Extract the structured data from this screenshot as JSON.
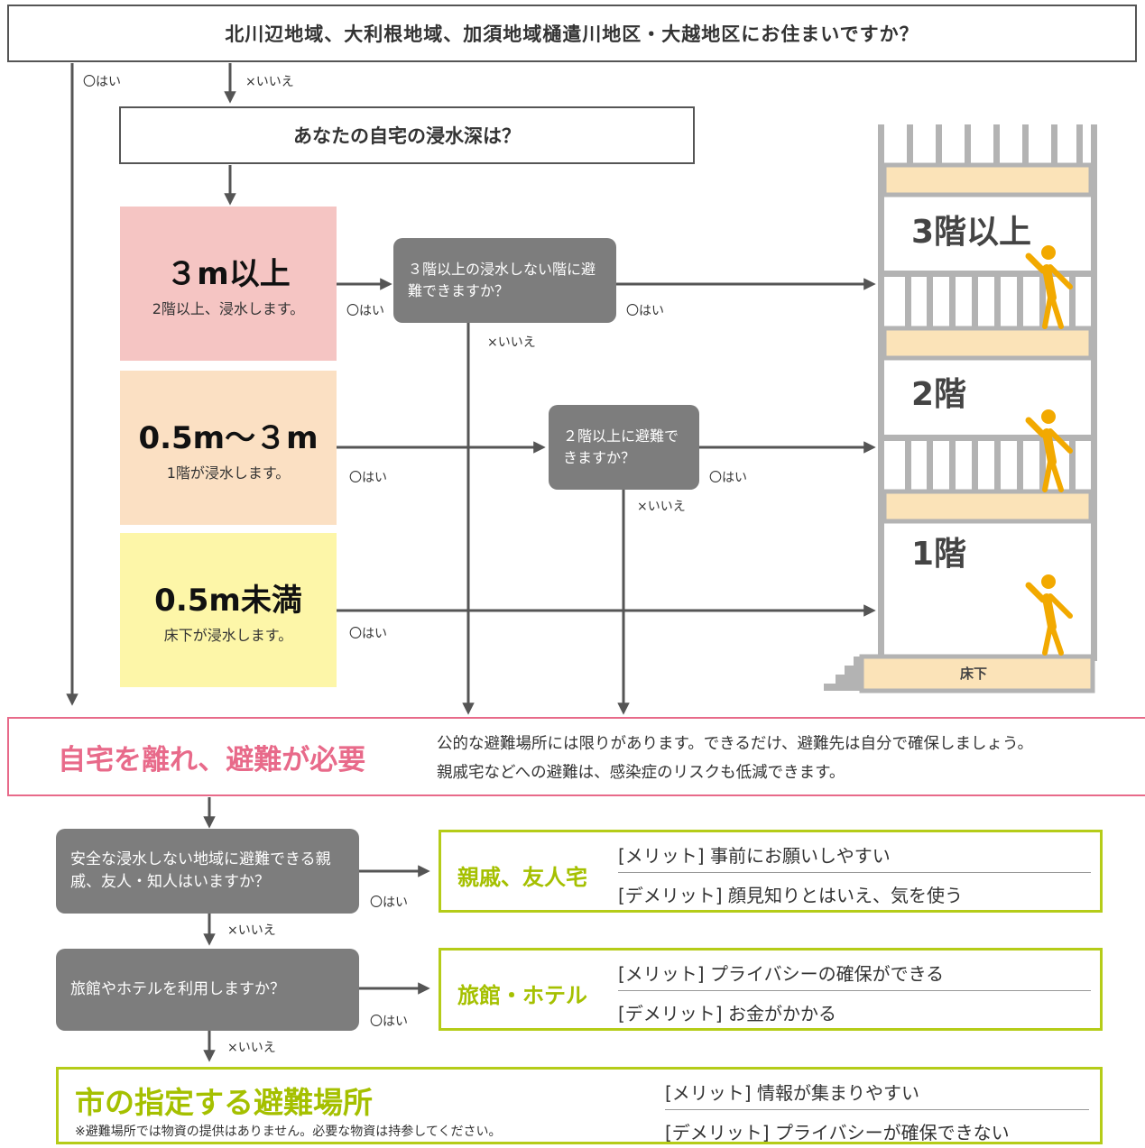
{
  "top_question": "北川辺地域、大利根地域、加須地域樋遣川地区・大越地区にお住まいですか？",
  "yes": "〇はい",
  "no": "×いいえ",
  "depth_question": "あなたの自宅の浸水深は？",
  "depths": [
    {
      "big": "３m以上",
      "small": "2階以上、浸水します。",
      "color": "#f5c5c3"
    },
    {
      "big": "0.5m～３m",
      "small": "1階が浸水します。",
      "color": "#fbe0c3"
    },
    {
      "big": "0.5m未満",
      "small": "床下が浸水します。",
      "color": "#fdf6a8"
    }
  ],
  "q_3f": "３階以上の浸水しない階に避難できますか？",
  "q_2f": "２階以上に避難できますか？",
  "floors": {
    "f3": "3階以上",
    "f2": "2階",
    "f1": "1階",
    "underfloor": "床下"
  },
  "evacuate": {
    "title": "自宅を離れ、避難が必要",
    "line1": "公的な避難場所には限りがあります。できるだけ、避難先は自分で確保しましょう。",
    "line2": "親戚宅などへの避難は、感染症のリスクも低減できます。"
  },
  "q_relatives": "安全な浸水しない地域に避難できる親戚、友人・知人はいますか？",
  "q_hotel": "旅館やホテルを利用しますか？",
  "opt_relatives": {
    "title": "親戚、友人宅",
    "merit": "[メリット] 事前にお願いしやすい",
    "demerit": "[デメリット] 顔見知りとはいえ、気を使う"
  },
  "opt_hotel": {
    "title": "旅館・ホテル",
    "merit": "[メリット] プライバシーの確保ができる",
    "demerit": "[デメリット] お金がかかる"
  },
  "opt_shelter": {
    "title": "市の指定する避難場所",
    "note": "※避難場所では物資の提供はありません。必要な物資は持参してください。",
    "merit": "[メリット] 情報が集まりやすい",
    "demerit": "[デメリット] プライバシーが確保できない"
  },
  "colors": {
    "arrow": "#555555",
    "pink": "#e86a8a",
    "green": "#b5cc18",
    "person": "#f2a900",
    "building": "#b3b3b3",
    "floor_band": "#fbe3b8"
  }
}
